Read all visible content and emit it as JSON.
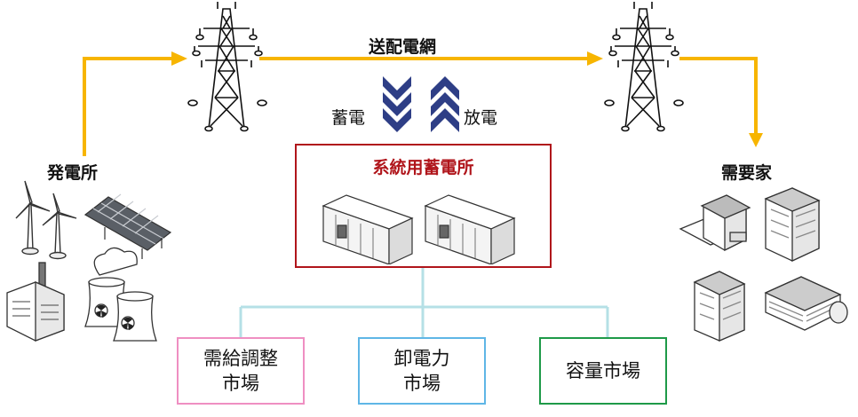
{
  "labels": {
    "grid": "送配電網",
    "generation": "発電所",
    "demand": "需要家",
    "charge": "蓄電",
    "discharge": "放電",
    "storage": "系統用蓄電所"
  },
  "markets": [
    {
      "line1": "需給調整",
      "line2": "市場",
      "color": "#ef8fc2"
    },
    {
      "line1": "卸電力",
      "line2": "市場",
      "color": "#5fb6e6"
    },
    {
      "line1": "容量市場",
      "line2": "",
      "color": "#1e9a48"
    }
  ],
  "colors": {
    "flow_arrow": "#f7b500",
    "charge_arrow": "#2e3e86",
    "storage_border": "#b0151b",
    "market_lines": "#b5e0e6"
  },
  "icons": [
    "transmission-tower-icon",
    "wind-turbine-icon",
    "solar-panel-icon",
    "factory-icon",
    "nuclear-plant-icon",
    "battery-container-icon",
    "house-icon",
    "building-icon"
  ]
}
